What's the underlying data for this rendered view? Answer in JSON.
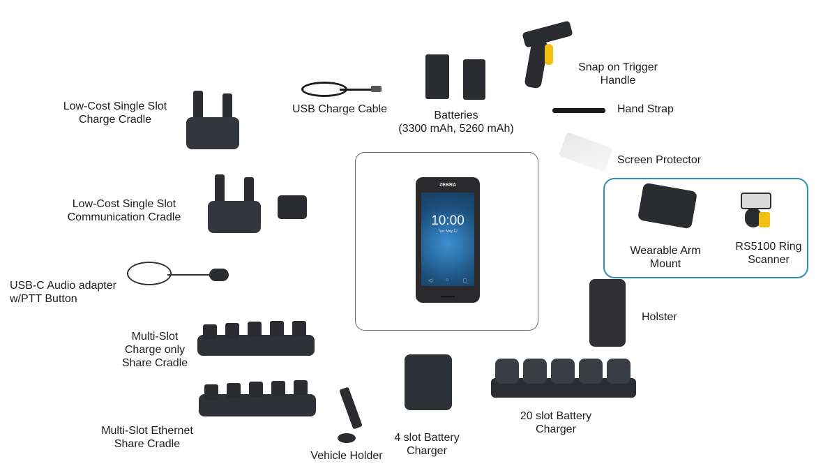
{
  "center_device": {
    "brand": "ZEBRA",
    "time": "10:00",
    "date": "Tue, May 12",
    "nav_icons": [
      "back-icon",
      "home-icon",
      "recents-icon"
    ]
  },
  "accessories": [
    {
      "id": "low-cost-single-slot-charge-cradle",
      "lines": [
        "Low-Cost Single Slot",
        "Charge Cradle"
      ]
    },
    {
      "id": "usb-charge-cable",
      "lines": [
        "USB Charge Cable"
      ]
    },
    {
      "id": "batteries",
      "lines": [
        "Batteries",
        "(3300 mAh, 5260 mAh)"
      ]
    },
    {
      "id": "snap-on-trigger-handle",
      "lines": [
        "Snap on Trigger",
        "Handle"
      ]
    },
    {
      "id": "hand-strap",
      "lines": [
        "Hand Strap"
      ]
    },
    {
      "id": "screen-protector",
      "lines": [
        "Screen Protector"
      ]
    },
    {
      "id": "low-cost-single-slot-communication-cradle",
      "lines": [
        "Low-Cost Single Slot",
        "Communication Cradle"
      ]
    },
    {
      "id": "wearable-arm-mount",
      "lines": [
        "Wearable Arm",
        "Mount"
      ]
    },
    {
      "id": "rs5100-ring-scanner",
      "lines": [
        "RS5100 Ring",
        "Scanner"
      ]
    },
    {
      "id": "usb-c-audio-adapter",
      "lines": [
        "USB-C Audio adapter",
        "w/PTT Button"
      ]
    },
    {
      "id": "holster",
      "lines": [
        "Holster"
      ]
    },
    {
      "id": "multi-slot-charge-only-share-cradle",
      "lines": [
        "Multi-Slot",
        "Charge only",
        "Share Cradle"
      ]
    },
    {
      "id": "multi-slot-ethernet-share-cradle",
      "lines": [
        "Multi-Slot Ethernet",
        "Share Cradle"
      ]
    },
    {
      "id": "vehicle-holder",
      "lines": [
        "Vehicle Holder"
      ]
    },
    {
      "id": "4-slot-battery-charger",
      "lines": [
        "4 slot Battery",
        "Charger"
      ]
    },
    {
      "id": "20-slot-battery-charger",
      "lines": [
        "20 slot Battery",
        "Charger"
      ]
    }
  ],
  "colors": {
    "accent_border": "#2c8fb5",
    "device_dark": "#2b2c30",
    "trigger_yellow": "#f2c010"
  }
}
